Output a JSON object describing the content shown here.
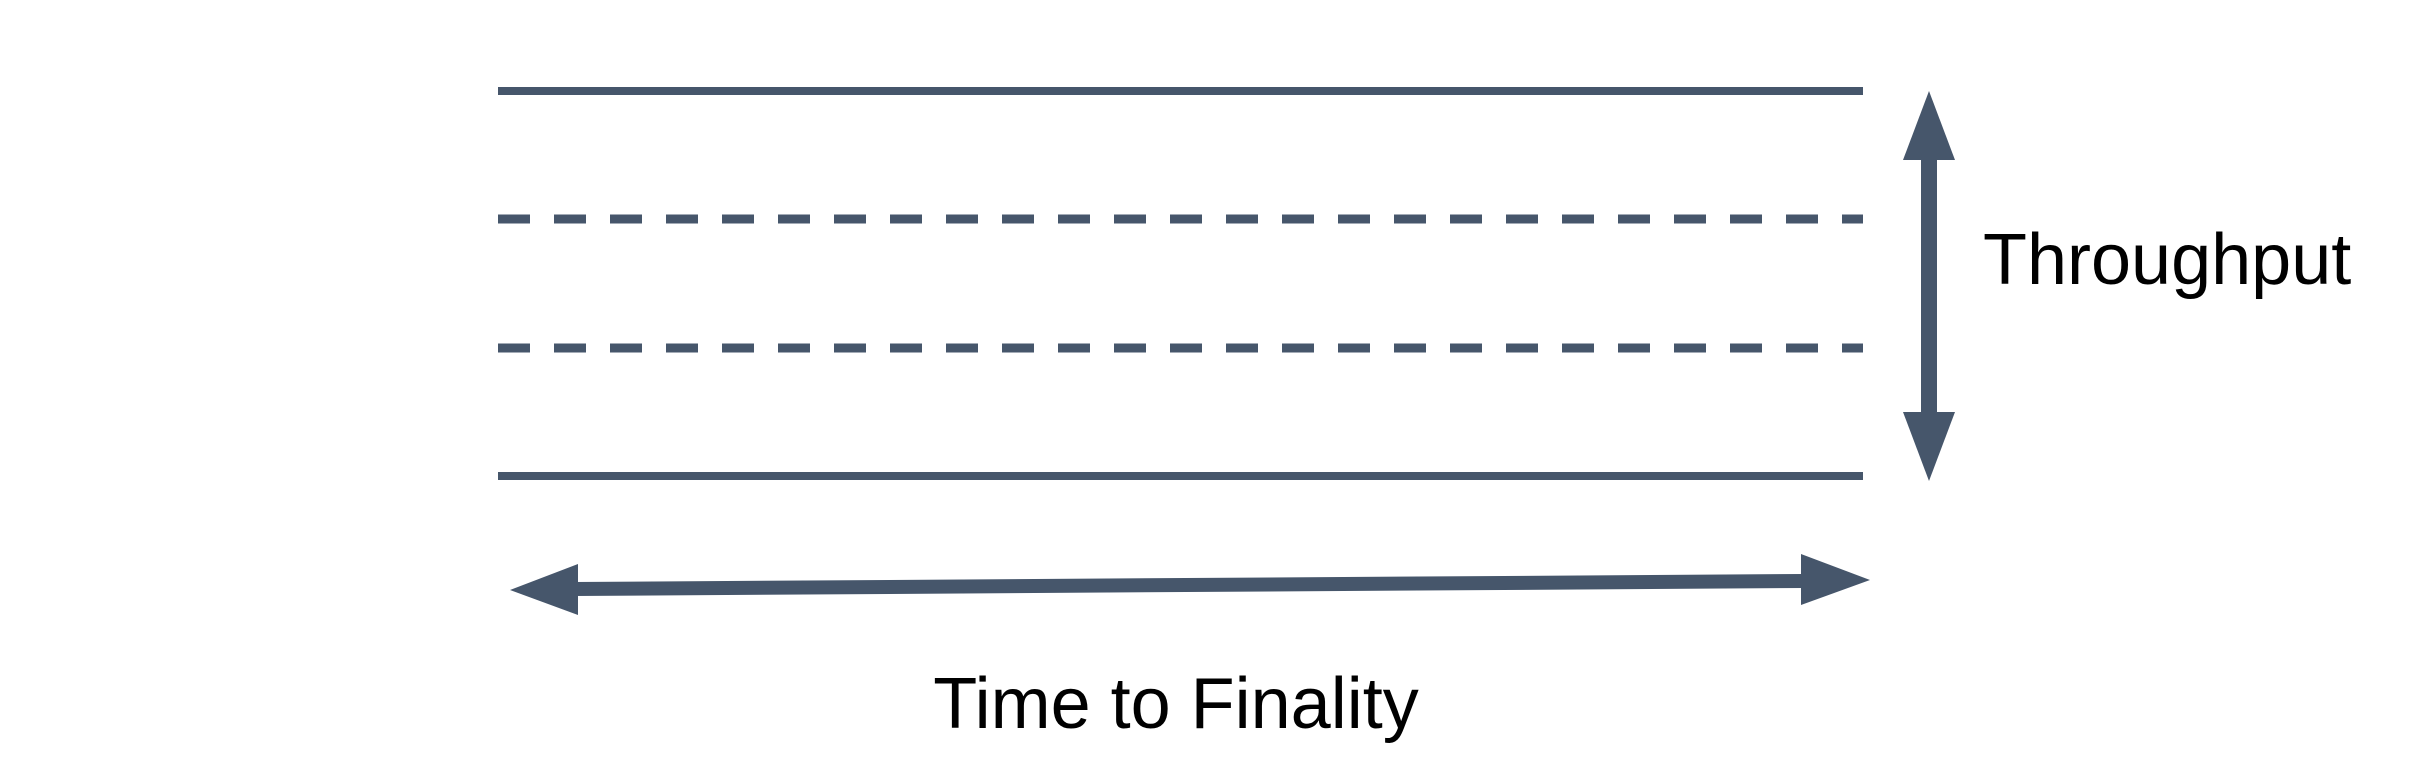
{
  "diagram": {
    "colors": {
      "stroke": "#46566B",
      "text": "#000000",
      "background": "#FFFFFF"
    },
    "band": {
      "lines": [
        {
          "position": "top",
          "style": "solid"
        },
        {
          "position": "upper-middle",
          "style": "dashed"
        },
        {
          "position": "lower-middle",
          "style": "dashed"
        },
        {
          "position": "bottom",
          "style": "solid"
        }
      ]
    },
    "vertical_axis": {
      "label": "Throughput",
      "arrow": "vertical-double-headed-arrow"
    },
    "horizontal_axis": {
      "label": "Time to Finality",
      "arrow": "horizontal-double-headed-arrow"
    }
  }
}
